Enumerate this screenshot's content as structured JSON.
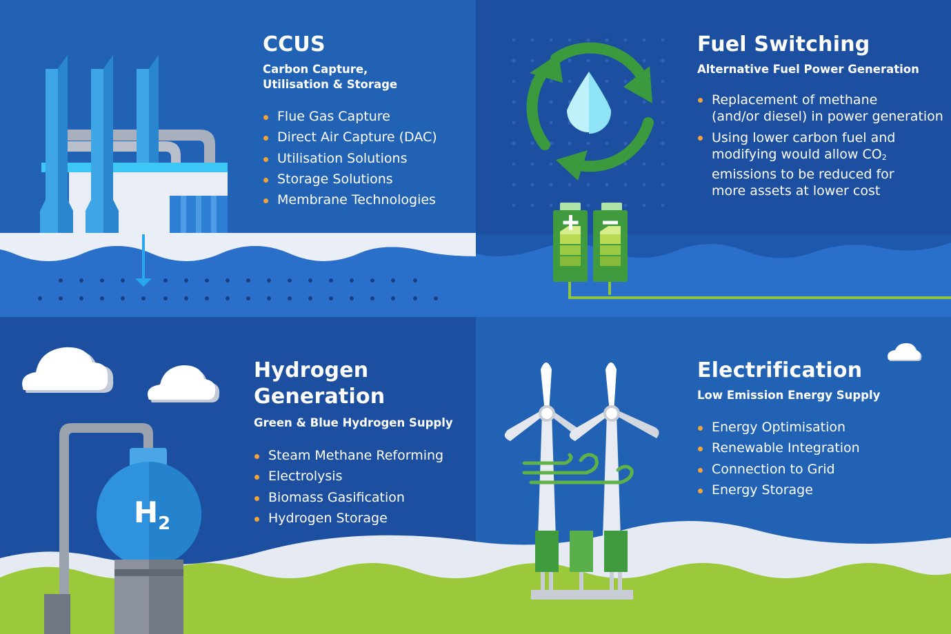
{
  "colors": {
    "panel_top_left": "#2162b5",
    "panel_top_right": "#1d4fa0",
    "panel_bottom_left": "#1d4fa0",
    "panel_bottom_right": "#2162b5",
    "bullet": "#f2a33a",
    "grass": "#9cc83c",
    "water": "#2a6fc9"
  },
  "panels": {
    "ccus": {
      "title": "CCUS",
      "subtitle": "Carbon Capture,\nUtilisation & Storage",
      "items": [
        "Flue Gas Capture",
        "Direct Air Capture (DAC)",
        "Utilisation Solutions",
        "Storage Solutions",
        "Membrane Technologies"
      ],
      "illustration": "factory-icon"
    },
    "fuel_switching": {
      "title": "Fuel Switching",
      "subtitle": "Alternative Fuel Power Generation",
      "items": [
        "Replacement of methane\n(and/or diesel) in power generation",
        "Using lower carbon fuel and\nmodifying would allow CO"
      ],
      "item2_sub": "2",
      "item2_rest": "\nemissions to be reduced for\nmore assets at lower cost",
      "illustration": "battery-recycle-icon"
    },
    "hydrogen": {
      "title": "Hydrogen\nGeneration",
      "subtitle": "Green & Blue Hydrogen Supply",
      "items": [
        "Steam Methane Reforming",
        "Electrolysis",
        "Biomass Gasification",
        "Hydrogen Storage"
      ],
      "tank_label": "H",
      "tank_sub": "2",
      "illustration": "hydrogen-tank-icon"
    },
    "electrification": {
      "title": "Electrification",
      "subtitle": "Low Emission Energy Supply",
      "items": [
        "Energy Optimisation",
        "Renewable Integration",
        "Connection to Grid",
        "Energy Storage"
      ],
      "illustration": "wind-turbine-icon"
    }
  }
}
